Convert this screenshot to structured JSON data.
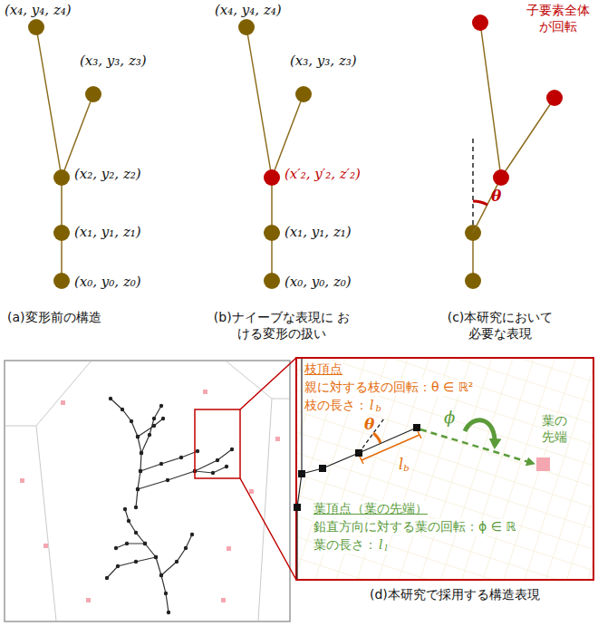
{
  "diagram": {
    "labels": [
      "(x₄, y₄, z₄)",
      "(x₃, y₃, z₃)",
      "(x₂, y₂, z₂)",
      "(x₁, y₁, z₁)",
      "(x₀, y₀, z₀)",
      "(a)変形前の構造",
      "(x₄, y₄, z₄)",
      "(x₃, y₃, z₃)",
      "(x′₂, y′₂, z′₂)",
      "(x₁, y₁, z₁)",
      "(x₀, y₀, z₀)",
      "(b)ナイーブな表現に おける変形の扱い",
      "子要素全体 が回転",
      "θ",
      "(c)本研究において 必要な表現",
      "枝頂点",
      "親に対する枝の回転：θ ∈ ℝ²",
      "枝の長さ：",
      "l",
      "b",
      "θ",
      "l",
      "b",
      "ϕ",
      "葉の 先端",
      "葉頂点（葉の先端）",
      "鉛直方向に対する葉の回転：ϕ ∈ ℝ",
      "葉の長さ：",
      "l",
      "l",
      "(d)本研究で採用する構造表現"
    ]
  }
}
